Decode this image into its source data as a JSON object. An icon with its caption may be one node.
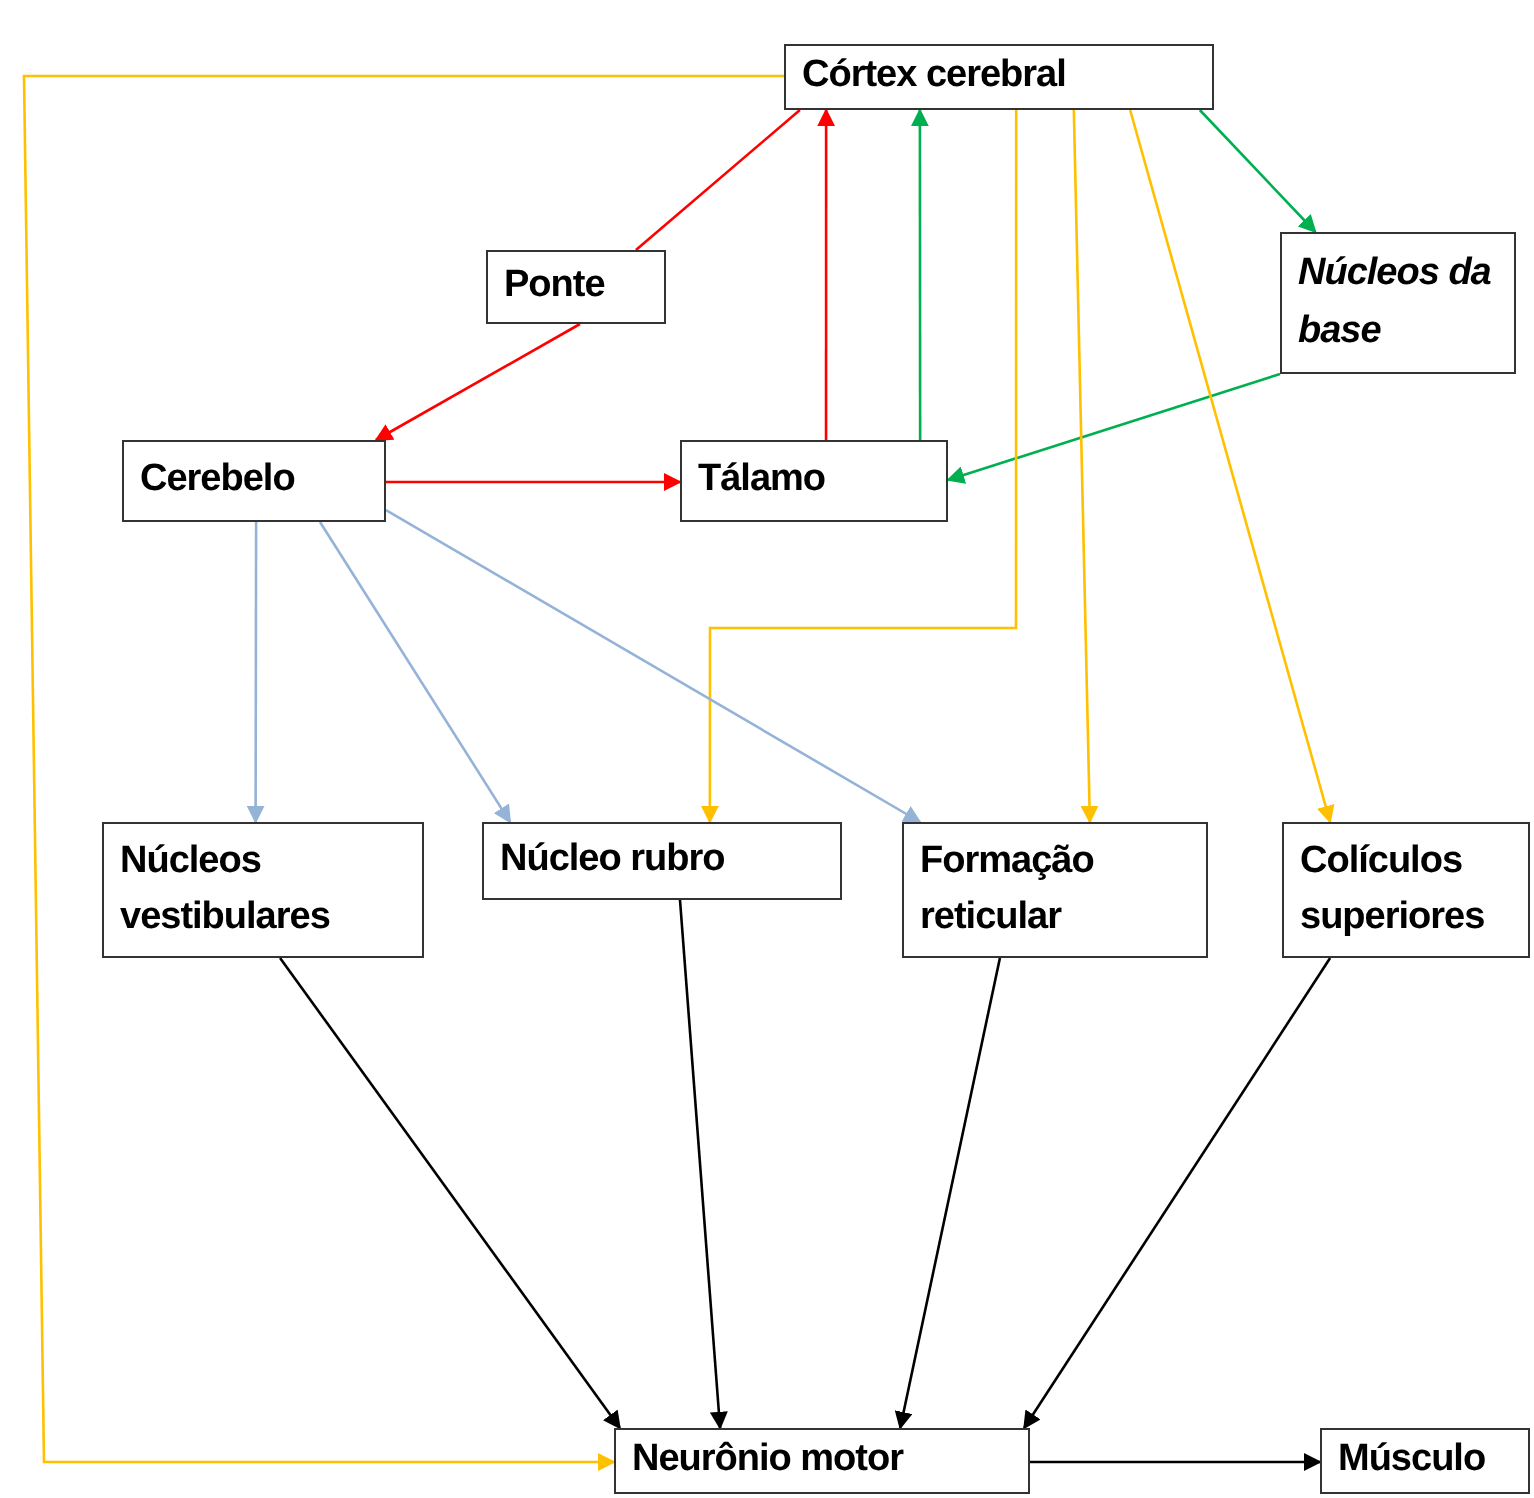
{
  "diagram": {
    "nodes": [
      {
        "text": [
          "Córtex cerebral"
        ]
      },
      {
        "text": [
          "Ponte"
        ]
      },
      {
        "text": [
          "Núcleos da base"
        ]
      },
      {
        "text": [
          "Cerebelo"
        ]
      },
      {
        "text": [
          "Tálamo"
        ]
      },
      {
        "text": [
          "Núcleos vestibulares"
        ]
      },
      {
        "text": [
          "Núcleo rubro"
        ]
      },
      {
        "text": [
          "Formação reticular"
        ]
      },
      {
        "text": [
          "Colículos superiores"
        ]
      },
      {
        "text": [
          "Neurônio motor"
        ]
      },
      {
        "text": [
          "Músculo"
        ]
      }
    ],
    "edges": [
      {
        "from": 0,
        "to": 1,
        "arrow": "none",
        "color": "#ff0000"
      },
      {
        "from": 1,
        "to": 3,
        "arrow": "to",
        "color": "#ff0000"
      },
      {
        "from": 4,
        "to": 0,
        "arrow": "to",
        "color": "#ff0000"
      },
      {
        "from": 4,
        "to": 0,
        "arrow": "to",
        "color": "#00b050"
      },
      {
        "from": 0,
        "to": 2,
        "arrow": "to",
        "color": "#00b050"
      },
      {
        "from": 2,
        "to": 4,
        "arrow": "to",
        "color": "#00b050"
      },
      {
        "from": 3,
        "to": 4,
        "arrow": "to",
        "color": "#ff0000"
      },
      {
        "from": 0,
        "to": 9,
        "arrow": "to",
        "color": "#ffc000"
      },
      {
        "from": 0,
        "to": 6,
        "arrow": "to",
        "color": "#ffc000"
      },
      {
        "from": 0,
        "to": 7,
        "arrow": "to",
        "color": "#ffc000"
      },
      {
        "from": 0,
        "to": 8,
        "arrow": "to",
        "color": "#ffc000"
      },
      {
        "from": 3,
        "to": 5,
        "arrow": "to",
        "color": "#95b3d7"
      },
      {
        "from": 3,
        "to": 6,
        "arrow": "to",
        "color": "#95b3d7"
      },
      {
        "from": 3,
        "to": 7,
        "arrow": "to",
        "color": "#95b3d7"
      },
      {
        "from": 5,
        "to": 9,
        "arrow": "to"
      },
      {
        "from": 6,
        "to": 9,
        "arrow": "to"
      },
      {
        "from": 7,
        "to": 9,
        "arrow": "to"
      },
      {
        "from": 8,
        "to": 9,
        "arrow": "to"
      },
      {
        "from": 9,
        "to": 10,
        "arrow": "to"
      }
    ]
  }
}
